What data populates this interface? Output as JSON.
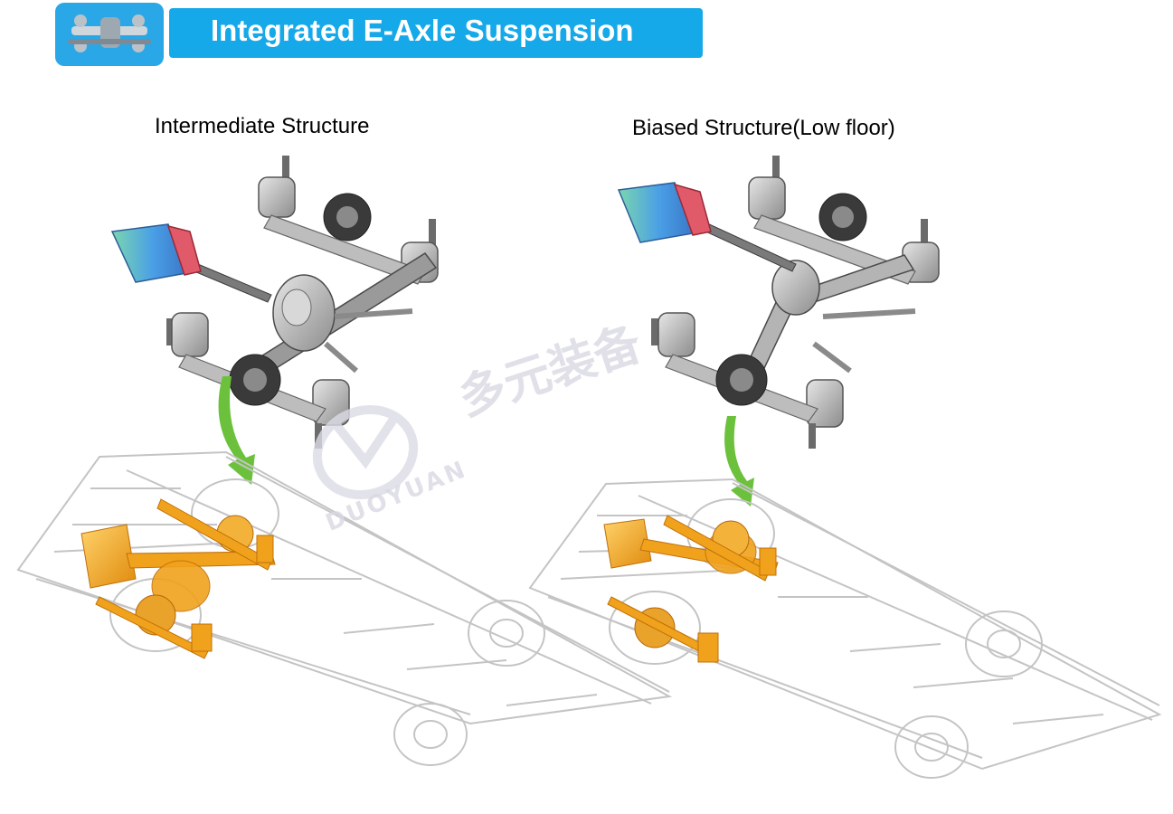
{
  "header": {
    "title": "Integrated E-Axle Suspension",
    "icon": "axle-thumbnail-icon"
  },
  "panels": [
    {
      "caption": "Intermediate Structure"
    },
    {
      "caption": "Biased Structure(Low floor)"
    }
  ],
  "watermark": {
    "chinese": "多元装备",
    "latin": "DUOYUAN"
  },
  "colors": {
    "header_blue": "#16a9e9",
    "motor_blue": "#4a9fe6",
    "motor_green": "#7ad6b0",
    "motor_red": "#e05a6a",
    "axle_grey": "#9a9a9a",
    "axle_dark": "#3a3a3a",
    "arrow_green": "#6cc13c",
    "chassis_orange": "#f1a21c",
    "frame_grey": "#c4c4c4"
  }
}
